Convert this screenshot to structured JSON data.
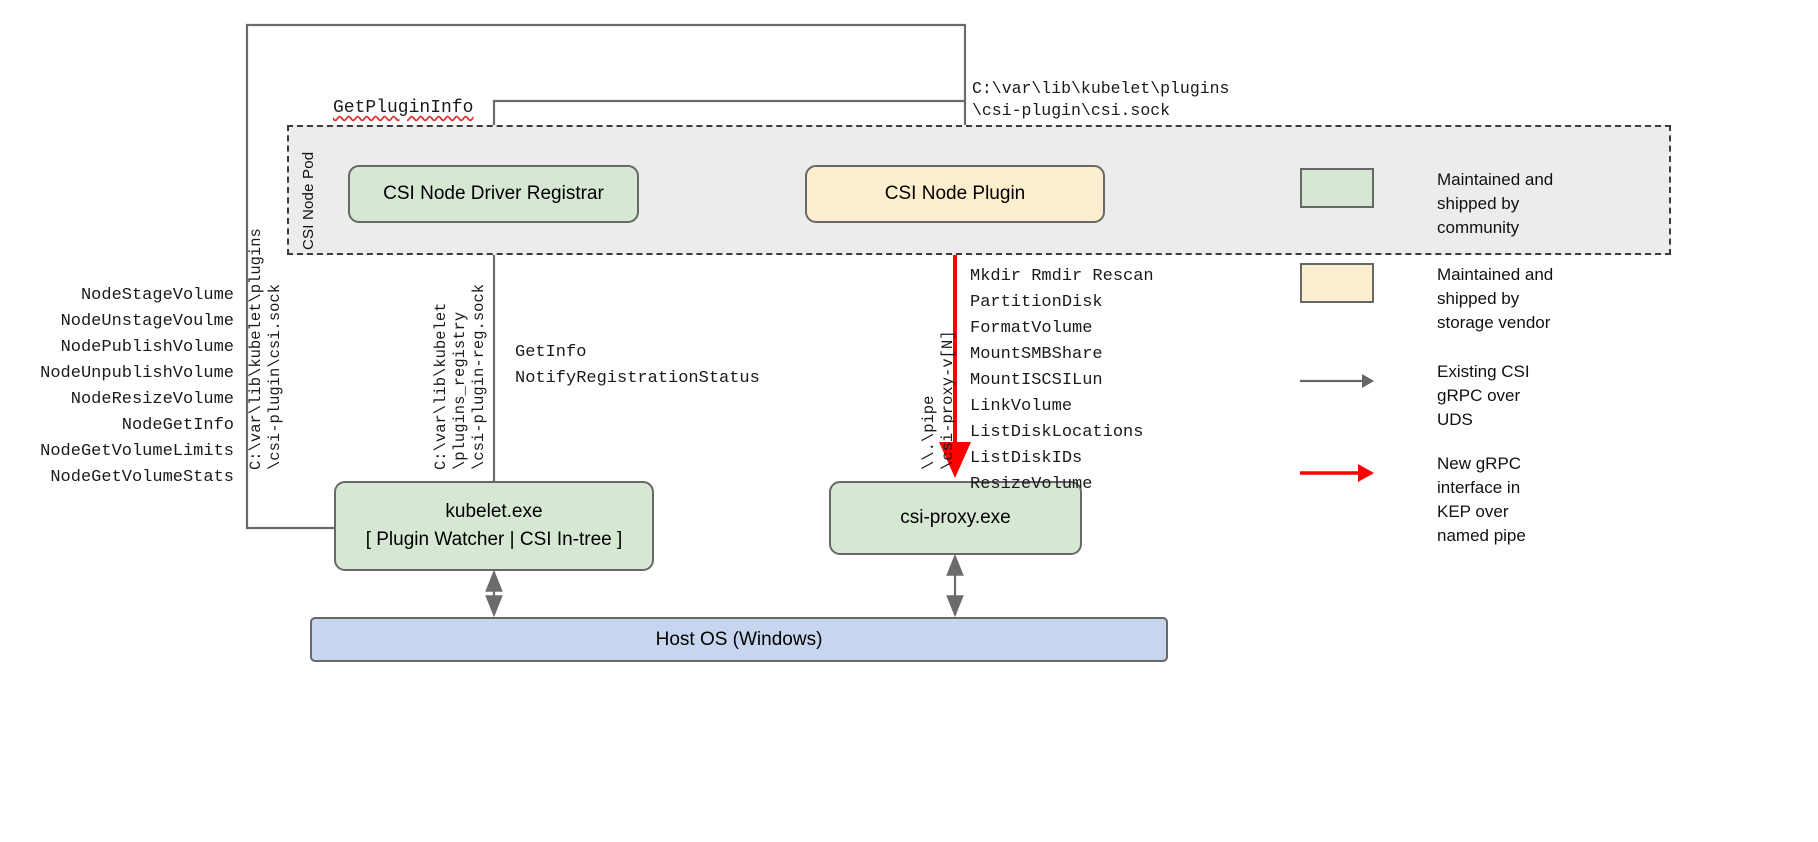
{
  "diagram": {
    "pod_label": "CSI Node Pod",
    "boxes": {
      "registrar": "CSI Node Driver Registrar",
      "plugin": "CSI Node Plugin",
      "kubelet_line1": "kubelet.exe",
      "kubelet_line2": "[ Plugin Watcher | CSI In-tree ]",
      "csiproxy": "csi-proxy.exe",
      "hostos": "Host OS (Windows)"
    },
    "labels": {
      "get_plugin_info": "GetPluginInfo",
      "plugin_socket_path": "C:\\var\\lib\\kubelet\\plugins\n\\csi-plugin\\csi.sock",
      "node_ops": "NodeStageVolume\nNodeUnstageVoulme\nNodePublishVolume\nNodeUnpublishVolume\nNodeResizeVolume\nNodeGetInfo\nNodeGetVolumeLimits\nNodeGetVolumeStats",
      "registrar_calls": "GetInfo\nNotifyRegistrationStatus",
      "windows_ops": "Mkdir Rmdir Rescan\nPartitionDisk\nFormatVolume\nMountSMBShare\nMountISCSILun\nLinkVolume\nListDiskLocations\nListDiskIDs\nResizeVolume",
      "csi_sock_vertical": "C:\\var\\lib\\kubelet\\plugins\n\\csi-plugin\\csi.sock",
      "registry_sock_vertical": "C:\\var\\lib\\kubelet\n\\plugins_registry\n\\csi-plugin-reg.sock",
      "named_pipe_vertical": "\\\\.\\pipe\n\\csi-proxy-v[N]"
    },
    "legend": [
      {
        "kind": "swatch",
        "color": "#d6e8d3",
        "text": "Maintained and\nshipped by\ncommunity"
      },
      {
        "kind": "swatch",
        "color": "#fdeecd",
        "text": "Maintained and\nshipped by\nstorage vendor"
      },
      {
        "kind": "arrow",
        "color": "#666666",
        "text": "Existing CSI\ngRPC over\nUDS"
      },
      {
        "kind": "arrow",
        "color": "#ff0000",
        "text": "New gRPC\ninterface in\nKEP over\nnamed pipe"
      }
    ],
    "colors": {
      "community_green": "#d6e8d3",
      "vendor_amber": "#fdeecd",
      "host_blue": "#c7d6ee",
      "pod_bg": "#ececec",
      "existing_arrow": "#666666",
      "new_arrow": "#ff0000"
    }
  }
}
